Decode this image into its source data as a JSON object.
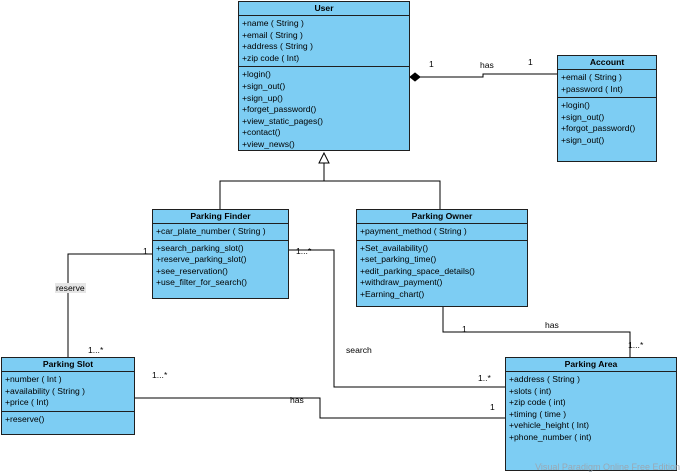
{
  "classes": {
    "user": {
      "name": "User",
      "attributes": [
        "+name ( String )",
        "+email ( String )",
        "+address ( String )",
        "+zip code ( Int)"
      ],
      "operations": [
        "+login()",
        "+sign_out()",
        "+sign_up()",
        "+forget_password()",
        "+view_static_pages()",
        "+contact()",
        "+view_news()"
      ]
    },
    "account": {
      "name": "Account",
      "attributes": [
        "+email ( String )",
        "+password ( Int)"
      ],
      "operations": [
        "+login()",
        "+sign_out()",
        "+forgot_password()",
        "+sign_out()"
      ]
    },
    "parking_finder": {
      "name": "Parking Finder",
      "attributes": [
        "+car_plate_number ( String )"
      ],
      "operations": [
        "+search_parking_slot()",
        "+reserve_parking_slot()",
        "+see_reservation()",
        "+use_filter_for_search()"
      ]
    },
    "parking_owner": {
      "name": "Parking Owner",
      "attributes": [
        "+payment_method ( String )"
      ],
      "operations": [
        "+Set_availability()",
        "+set_parking_time()",
        "+edit_parking_space_details()",
        "+withdraw_payment()",
        "+Earning_chart()"
      ]
    },
    "parking_slot": {
      "name": "Parking Slot",
      "attributes": [
        "+number ( Int )",
        "+availability ( String )",
        "+price ( Int)"
      ],
      "operations": [
        "+reserve()"
      ]
    },
    "parking_area": {
      "name": "Parking Area",
      "attributes": [
        "+address ( String )",
        "+slots ( int)",
        "+zip code ( int)",
        "+timing ( time )",
        "+vehicle_height ( Int)",
        "+phone_number ( int)"
      ],
      "operations": []
    }
  },
  "labels": {
    "user_account_name": "has",
    "user_mult": "1",
    "account_mult": "1",
    "reserve_name": "reserve",
    "finder_reserve_mult": "1",
    "slot_reserve_mult": "1...*",
    "search_name": "search",
    "finder_search_mult": "1...*",
    "area_search_mult": "1..*",
    "owner_area_name": "has",
    "owner_mult": "1",
    "area_owner_mult": "1...*",
    "slot_area_name": "has",
    "slot_area_mult": "1...*",
    "area_slot_mult": "1"
  },
  "watermark": "Visual Paradigm Online Free Edition"
}
